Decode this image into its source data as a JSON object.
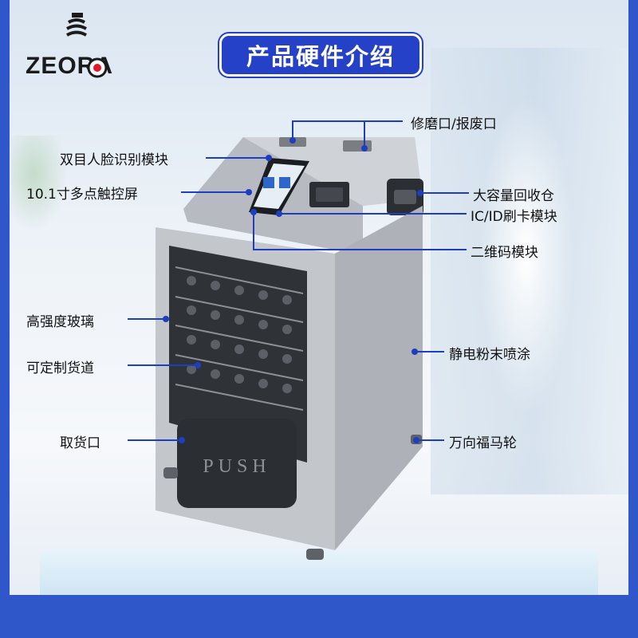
{
  "brand": {
    "logo_text": "ZEORA"
  },
  "title": "产品硬件介绍",
  "machine": {
    "pickup_text": "PUSH"
  },
  "labels": {
    "left": {
      "face_module": "双目人脸识别模块",
      "touch_screen": "10.1寸多点触控屏",
      "glass": "高强度玻璃",
      "channels": "可定制货道",
      "pickup_port": "取货口"
    },
    "right": {
      "grinding_port": "修磨口/报废口",
      "recycle_bin": "大容量回收仓",
      "card_module": "IC/ID刷卡模块",
      "qr_module": "二维码模块",
      "coating": "静电粉末喷涂",
      "casters": "万向福马轮"
    }
  },
  "colors": {
    "accent": "#2541c7",
    "line": "#1d3fbf",
    "body": "#b9bcc2",
    "panel": "#2b2e33"
  }
}
